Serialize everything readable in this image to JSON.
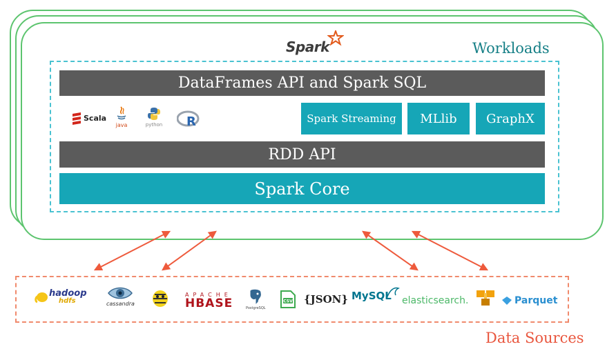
{
  "workloads": {
    "spark_logo": "Spark",
    "label": "Workloads",
    "dataframes_bar": "DataFrames API and Spark SQL",
    "languages": [
      "Scala",
      "java",
      "python",
      "R"
    ],
    "libraries": [
      "Spark Streaming",
      "MLlib",
      "GraphX"
    ],
    "rdd_bar": "RDD API",
    "core_bar": "Spark Core"
  },
  "data_sources": {
    "label": "Data Sources",
    "items": [
      "hadoop",
      "hdfs",
      "cassandra",
      "APACHE",
      "HBASE",
      "PostgreSQL",
      "CSV",
      "{JSON}",
      "MySQL",
      "elasticsearch.",
      "Parquet"
    ]
  },
  "colors": {
    "frame_green": "#5cc46e",
    "teal": "#16a6b7",
    "dark_bar": "#5b5b5b",
    "workloads_label": "#157f86",
    "data_sources_label": "#e9573f",
    "arrow": "#ee5a3c"
  },
  "icons": [
    "spark-star-icon",
    "scala-icon",
    "java-icon",
    "python-icon",
    "r-icon",
    "hadoop-elephant-icon",
    "cassandra-eye-icon",
    "hive-bee-icon",
    "postgresql-elephant-icon",
    "csv-file-icon",
    "mysql-dolphin-icon",
    "s3-bucket-icon",
    "parquet-diamond-icon"
  ]
}
